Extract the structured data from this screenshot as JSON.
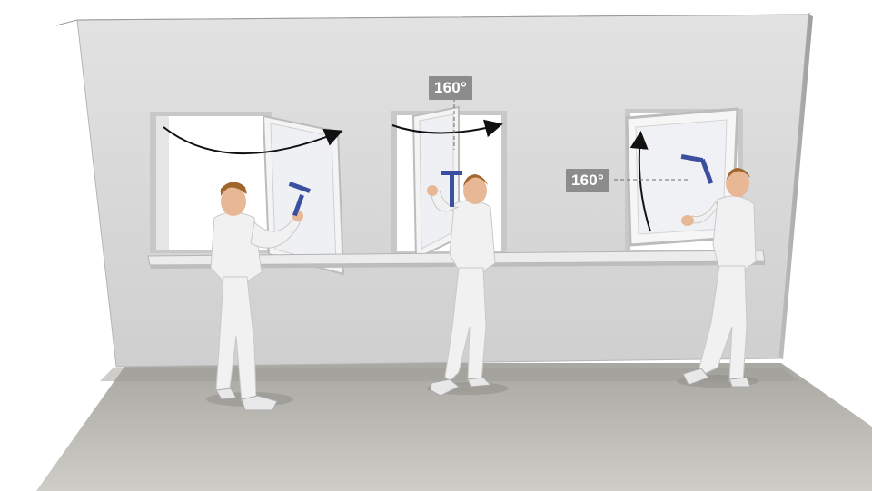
{
  "labels": {
    "center_angle": "160°",
    "right_angle": "160°"
  },
  "colors": {
    "wall": "#d9d9d9",
    "wall_shade": "#c4c4c4",
    "floor": "#b5b3ad",
    "window_glass": "#ffffff",
    "arrow": "#111111",
    "label_bg": "#8c8c8c",
    "worker_clothes": "#f1f1f1",
    "worker_hair": "#a0662b",
    "squeegee": "#3b4fa0"
  },
  "icons": [
    "worker-figure",
    "squeegee-icon",
    "rotation-arrow"
  ]
}
